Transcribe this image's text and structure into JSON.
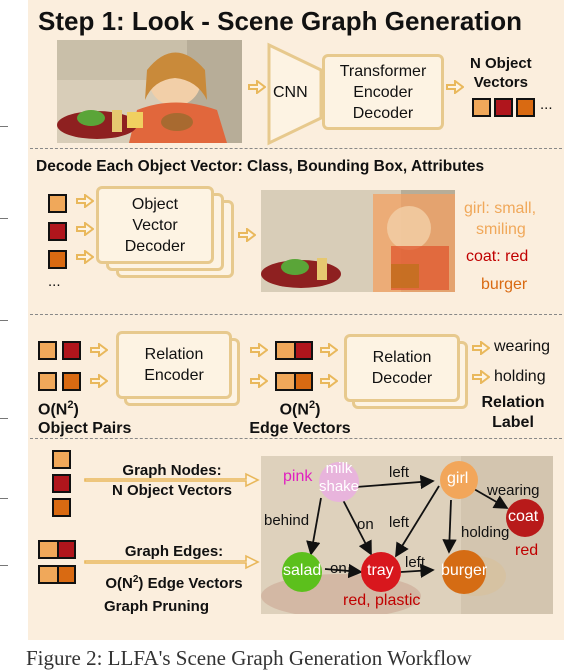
{
  "step_title": "Step 1: Look - Scene Graph Generation",
  "top": {
    "cnn": "CNN",
    "transformer": [
      "Transformer",
      "Encoder",
      "Decoder"
    ],
    "object_vectors": [
      "N Object",
      "Vectors"
    ],
    "ellipsis": "..."
  },
  "decode": {
    "title": "Decode Each Object Vector: Class, Bounding Box, Attributes",
    "decoder": [
      "Object",
      "Vector",
      "Decoder"
    ],
    "ellipsis": "...",
    "labels": {
      "girl": [
        "girl: small,",
        "smiling"
      ],
      "coat": "coat: red",
      "burger": "burger"
    }
  },
  "relation": {
    "encoder": [
      "Relation",
      "Encoder"
    ],
    "decoder": [
      "Relation",
      "Decoder"
    ],
    "pairs_label": [
      "O(N",
      "2",
      ")",
      "Object Pairs"
    ],
    "edges_label": [
      "O(N",
      "2",
      ")",
      "Edge Vectors"
    ],
    "outputs": [
      "wearing",
      "holding"
    ],
    "relation_label": [
      "Relation",
      "Label"
    ]
  },
  "graph": {
    "nodes_label": [
      "Graph Nodes:",
      "N Object Vectors"
    ],
    "edges_label": [
      "Graph Edges:",
      "O(N",
      "2",
      ") Edge Vectors"
    ],
    "pruning": "Graph Pruning",
    "nodes": {
      "milkshake": [
        "milk",
        "shake"
      ],
      "girl": "girl",
      "coat": "coat",
      "salad": "salad",
      "tray": "tray",
      "burger": "burger"
    },
    "attrs": {
      "pink": "pink",
      "red": "red",
      "tray_attr": "red, plastic"
    },
    "edges": {
      "left1": "left",
      "wearing": "wearing",
      "behind": "behind",
      "on1": "on",
      "left2": "left",
      "holding": "holding",
      "on2": "on",
      "left3": "left"
    }
  },
  "caption": "Figure 2:  LLFA's Scene Graph Generation Workflow",
  "colors": {
    "panel": "#fbeedd",
    "box_border": "#e7c98d",
    "arrow": "#e9b85c",
    "accent_red": "#c00000",
    "pink": "#e020c0",
    "light_obj": "#f0a85a",
    "dark_red_obj": "#b0151c",
    "orange_obj": "#d96a12"
  }
}
